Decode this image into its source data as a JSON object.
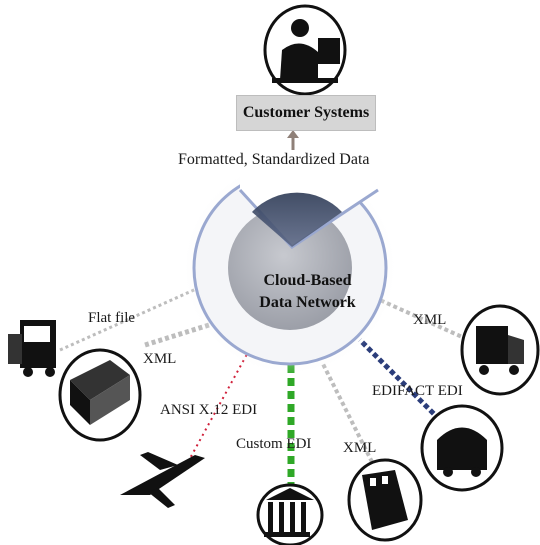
{
  "customer_box": {
    "label": "Customer Systems"
  },
  "center_caption": "Formatted, Standardized Data",
  "hub": {
    "line1": "Cloud-Based",
    "line2": "Data Network"
  },
  "connections": [
    {
      "label": "Flat file",
      "icon": "forklift-icon"
    },
    {
      "label": "XML",
      "icon": "shipping-container-icon"
    },
    {
      "label": "ANSI X.12 EDI",
      "icon": "airplane-icon"
    },
    {
      "label": "Custom EDI",
      "icon": "bank-building-icon"
    },
    {
      "label": "XML",
      "icon": "cargo-ship-icon"
    },
    {
      "label": "EDIFACT EDI",
      "icon": "railcar-icon"
    },
    {
      "label": "XML",
      "icon": "semi-truck-icon"
    }
  ],
  "colors": {
    "customer_box_fill": "#d6d6d6",
    "ansi_line": "#d0203a",
    "custom_edi_line": "#2fa827",
    "edifact_line": "#2b3d7a",
    "hub_dark": "#3a4a66",
    "hub_ring": "#9aa8d0"
  }
}
